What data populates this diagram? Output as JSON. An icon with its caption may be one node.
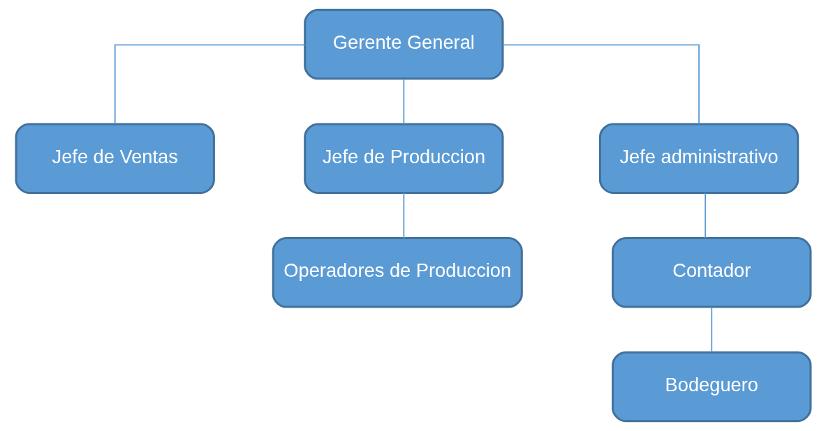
{
  "diagram": {
    "nodes": [
      {
        "text": [
          "Gerente General"
        ]
      },
      {
        "text": [
          "Jefe de Ventas"
        ]
      },
      {
        "text": [
          "Jefe de Produccion"
        ]
      },
      {
        "text": [
          "Jefe administrativo"
        ]
      },
      {
        "text": [
          "Operadores de Produccion"
        ]
      },
      {
        "text": [
          "Contador"
        ]
      },
      {
        "text": [
          "Bodeguero"
        ]
      }
    ],
    "edges": [
      {
        "from": 0,
        "to": 1,
        "arrow": "none"
      },
      {
        "from": 0,
        "to": 2,
        "arrow": "none"
      },
      {
        "from": 0,
        "to": 3,
        "arrow": "none"
      },
      {
        "from": 2,
        "to": 4,
        "arrow": "none"
      },
      {
        "from": 3,
        "to": 5,
        "arrow": "none"
      },
      {
        "from": 5,
        "to": 6,
        "arrow": "none"
      }
    ]
  }
}
